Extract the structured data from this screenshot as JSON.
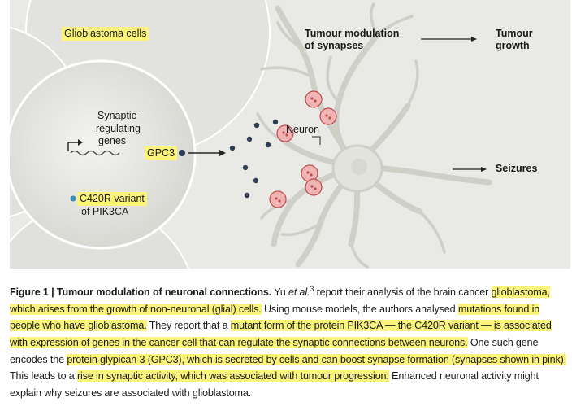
{
  "figure": {
    "labels": {
      "glioblastoma_cells": "Glioblastoma cells",
      "synaptic_genes": [
        "Synaptic-",
        "regulating",
        "genes"
      ],
      "gpc3": "GPC3",
      "c420r_line1": "C420R variant",
      "c420r_line2": "of PIK3CA",
      "neuron": "Neuron",
      "tumour_modulation_line1": "Tumour modulation",
      "tumour_modulation_line2": "of synapses",
      "tumour_growth_line1": "Tumour",
      "tumour_growth_line2": "growth",
      "seizures": "Seizures"
    },
    "colors": {
      "background": "#e9e9e5",
      "cell_fill": "#dededa",
      "synapse_pink": "#e89c9c",
      "synapse_stroke": "#c24a4a",
      "highlight": "#fbf37a",
      "gpc3_dot": "#2f3e55",
      "variant_dot": "#3a8fb7"
    }
  },
  "caption": {
    "figure_label": "Figure 1 | ",
    "title": "Tumour modulation of neuronal connections.",
    "t1": " Yu ",
    "t1_italic": "et al.",
    "t1_sup": "3",
    "t2": " report their analysis of the brain cancer ",
    "h1": "glioblastoma, which arises from the growth of non-neuronal (glial) cells.",
    "t3": " Using mouse models, the authors analysed ",
    "h2": "mutations found in people who have glioblastoma.",
    "t4": " They report that a ",
    "h3": "mutant form of the protein PIK3CA — the C420R variant — is associated with expression of genes in the cancer cell that can regulate the synaptic connections between neurons.",
    "t5": " One such gene encodes the ",
    "h4": "protein glypican 3 (GPC3), which is secreted by cells and can boost synapse formation (synapses shown in pink).",
    "t6": " This leads to a ",
    "h5": "rise in synaptic activity, which was associated with tumour progression.",
    "t7": " Enhanced neuronal activity might explain why seizures are associated with glioblastoma."
  }
}
